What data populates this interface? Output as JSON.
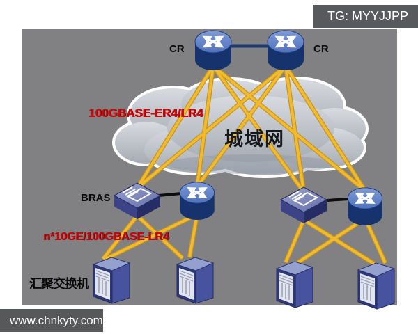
{
  "watermarks": {
    "top": "TG: MYYJJPP",
    "bottom": "www.chnkyty.com"
  },
  "labels": {
    "cr_left": "CR",
    "cr_right": "CR",
    "bras": "BRAS",
    "cloud": "城域网",
    "uplink": "100GBASE-ER4/LR4",
    "downlink": "n*10GE/100GBASE-LR4",
    "aggregation_switch": "汇聚交换机"
  },
  "colors": {
    "canvas": "#ffffff",
    "diagram_bg": "#818184",
    "fiber_link": "#f0bb30",
    "fiber_link_edge": "#c8951c",
    "label_red": "#d40404",
    "device_blue_dark": "#16336e",
    "device_blue_light": "#6386ca",
    "cloud_fill_top": "#d8dbdf",
    "cloud_fill_bottom": "#a6abb4",
    "watermark_bg": "#58595c"
  },
  "topology": {
    "nodes": [
      {
        "id": "cr-left",
        "type": "core-router",
        "label": "CR"
      },
      {
        "id": "cr-right",
        "type": "core-router",
        "label": "CR"
      },
      {
        "id": "metro-cloud",
        "type": "network-cloud",
        "label": "城域网"
      },
      {
        "id": "bras-left",
        "type": "bras-switch",
        "label": "BRAS"
      },
      {
        "id": "router-left",
        "type": "router",
        "label": ""
      },
      {
        "id": "bras-right",
        "type": "bras-switch",
        "label": ""
      },
      {
        "id": "router-right",
        "type": "router",
        "label": ""
      },
      {
        "id": "agg-switch-1",
        "type": "aggregation-switch",
        "label": "汇聚交换机"
      },
      {
        "id": "agg-switch-2",
        "type": "aggregation-switch",
        "label": ""
      },
      {
        "id": "agg-switch-3",
        "type": "aggregation-switch",
        "label": ""
      },
      {
        "id": "agg-switch-4",
        "type": "aggregation-switch",
        "label": ""
      }
    ],
    "links": [
      {
        "from": "cr-left",
        "to": "cr-right",
        "media": ""
      },
      {
        "from": "cr-left",
        "to": "bras-left",
        "media": "100GBASE-ER4/LR4"
      },
      {
        "from": "cr-left",
        "to": "router-left",
        "media": "100GBASE-ER4/LR4"
      },
      {
        "from": "cr-left",
        "to": "bras-right",
        "media": "100GBASE-ER4/LR4"
      },
      {
        "from": "cr-left",
        "to": "router-right",
        "media": "100GBASE-ER4/LR4"
      },
      {
        "from": "cr-right",
        "to": "bras-left",
        "media": "100GBASE-ER4/LR4"
      },
      {
        "from": "cr-right",
        "to": "router-left",
        "media": "100GBASE-ER4/LR4"
      },
      {
        "from": "cr-right",
        "to": "bras-right",
        "media": "100GBASE-ER4/LR4"
      },
      {
        "from": "cr-right",
        "to": "router-right",
        "media": "100GBASE-ER4/LR4"
      },
      {
        "from": "bras-left",
        "to": "router-left",
        "media": ""
      },
      {
        "from": "bras-right",
        "to": "router-right",
        "media": ""
      },
      {
        "from": "bras-left",
        "to": "agg-switch-1",
        "media": "n*10GE/100GBASE-LR4"
      },
      {
        "from": "bras-left",
        "to": "agg-switch-2",
        "media": "n*10GE/100GBASE-LR4"
      },
      {
        "from": "router-left",
        "to": "agg-switch-1",
        "media": "n*10GE/100GBASE-LR4"
      },
      {
        "from": "router-left",
        "to": "agg-switch-2",
        "media": "n*10GE/100GBASE-LR4"
      },
      {
        "from": "bras-right",
        "to": "agg-switch-3",
        "media": "n*10GE/100GBASE-LR4"
      },
      {
        "from": "bras-right",
        "to": "agg-switch-4",
        "media": "n*10GE/100GBASE-LR4"
      },
      {
        "from": "router-right",
        "to": "agg-switch-3",
        "media": "n*10GE/100GBASE-LR4"
      },
      {
        "from": "router-right",
        "to": "agg-switch-4",
        "media": "n*10GE/100GBASE-LR4"
      }
    ]
  }
}
